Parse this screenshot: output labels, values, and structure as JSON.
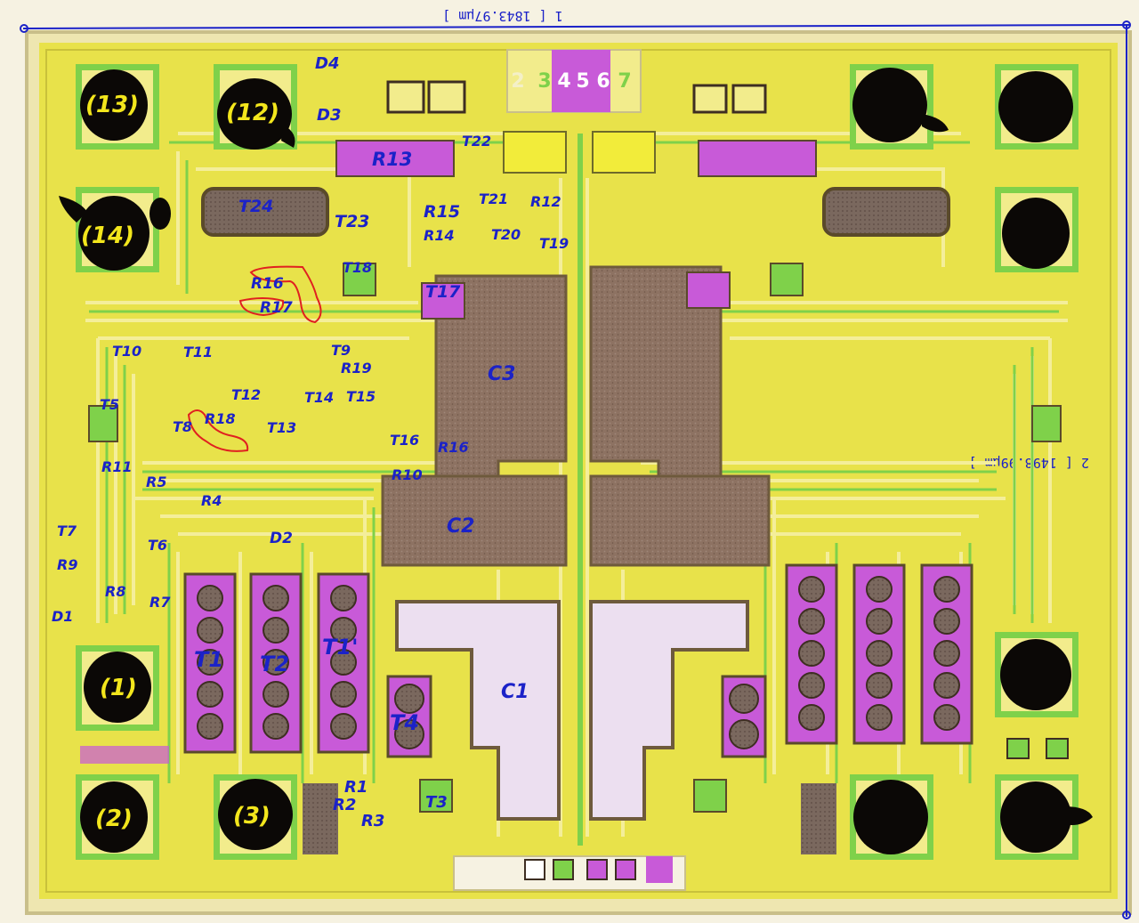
{
  "ruler": {
    "top": "1 [ 1843.97μm ]",
    "right": "2 [ 1498.99μm ]"
  },
  "test_pads": [
    "2",
    "3",
    "4",
    "5",
    "6",
    "7"
  ],
  "colors": {
    "substrate": "#e8e24a",
    "metal": "#f2ec8c",
    "oxide_green": "#7fd14a",
    "poly_magenta": "#c85ad8",
    "capacitor": "#8a7060",
    "label_blue": "#1b22c8",
    "pin_label": "#f3e61c"
  },
  "pins": [
    "(13)",
    "(12)",
    "(14)",
    "(1)",
    "(2)",
    "(3)"
  ],
  "labels": {
    "D4": "D4",
    "D3": "D3",
    "R13": "R13",
    "T22": "T22",
    "T21": "T21",
    "R12": "R12",
    "T24": "T24",
    "T23": "T23",
    "R15": "R15",
    "R14": "R14",
    "T20": "T20",
    "T19": "T19",
    "T18": "T18",
    "T17": "T17",
    "R16a": "R16",
    "R17": "R17",
    "T10": "T10",
    "T11": "T11",
    "T9": "T9",
    "R19": "R19",
    "C3": "C3",
    "T12": "T12",
    "T14": "T14",
    "T15": "T15",
    "T5": "T5",
    "T8": "T8",
    "R18": "R18",
    "T13": "T13",
    "T16": "T16",
    "R16b": "R16",
    "R11": "R11",
    "R10": "R10",
    "R5": "R5",
    "R4": "R4",
    "C2": "C2",
    "T7": "T7",
    "D2": "D2",
    "T6": "T6",
    "R9": "R9",
    "R8": "R8",
    "R7": "R7",
    "D1": "D1",
    "T1": "T1",
    "T2": "T2",
    "T1p": "T1'",
    "T4": "T4",
    "C1": "C1",
    "R1": "R1",
    "R2": "R2",
    "R3": "R3",
    "T3": "T3"
  }
}
